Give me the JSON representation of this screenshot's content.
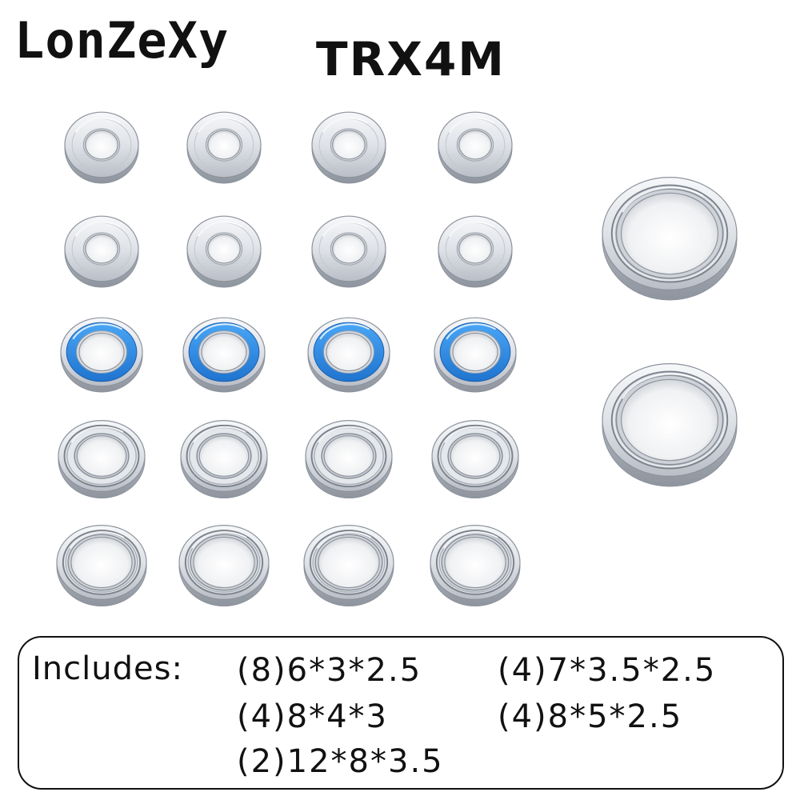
{
  "brand": "LonZeXy",
  "model": "TRX4M",
  "bearing_image": {
    "rows": [
      {
        "type": "small-metal",
        "count": 4
      },
      {
        "type": "small-metal",
        "count": 4
      },
      {
        "type": "blue-sealed",
        "count": 4
      },
      {
        "type": "metal-shielded",
        "count": 4
      },
      {
        "type": "metal-shielded-thin",
        "count": 4
      }
    ],
    "large": {
      "type": "large-metal-shielded",
      "count": 2
    },
    "colors": {
      "metal_light": "#f4f6f9",
      "metal_dark": "#b8bdc6",
      "seal_blue": "#2a8be6",
      "edge": "#8c929c"
    }
  },
  "includes": {
    "label": "Includes:",
    "items": [
      "(8)6*3*2.5",
      "(4)7*3.5*2.5",
      "(4)8*4*3",
      "(4)8*5*2.5",
      "(2)12*8*3.5"
    ]
  }
}
